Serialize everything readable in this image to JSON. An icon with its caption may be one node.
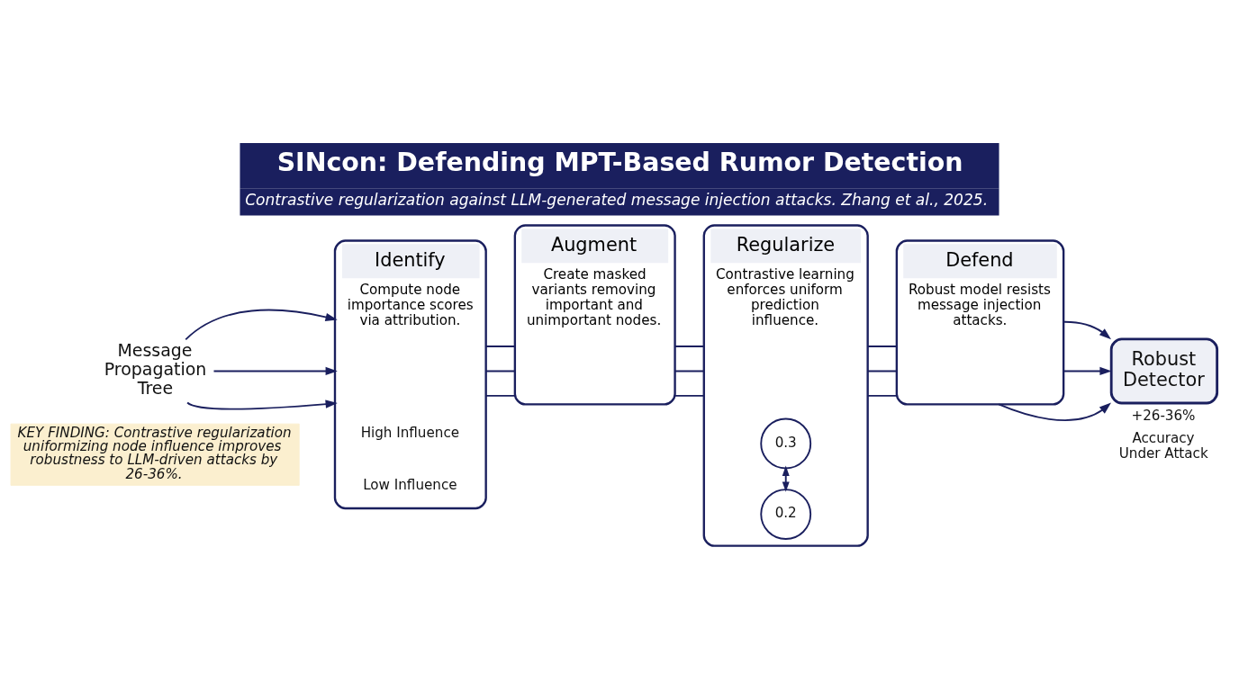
{
  "diagram": {
    "title": "SINcon: Defending MPT-Based Rumor Detection",
    "caption": "KEY FINDING: Contrastive regularization uniformizing node influence improves robustness to LLM-driven attacks by 26-36%.",
    "nodes": [
      {
        "text": [
          "Message Propagation Tree"
        ]
      },
      {
        "text": [
          "Identify",
          "Compute node importance scores via attribution."
        ]
      },
      {
        "text": [
          "Augment",
          "Create masked variants removing important and unimportant nodes."
        ]
      },
      {
        "text": [
          "Regularize",
          "Contrastive learning enforces uniform prediction influence."
        ]
      },
      {
        "text": [
          "0.2"
        ],
        "in": 3
      },
      {
        "text": [
          "0.3"
        ],
        "in": 3
      },
      {
        "text": [
          "Defend",
          "Robust model resists message injection attacks."
        ]
      },
      {
        "text": [
          "Robust Detector"
        ],
        "beside": [
          "+26-36%",
          "Accuracy Under Attack"
        ]
      }
    ],
    "edges": [
      {
        "from": 0,
        "to": 1,
        "arrow": "to"
      },
      {
        "from": 0,
        "to": 1,
        "arrow": "to"
      },
      {
        "from": 0,
        "to": 1,
        "arrow": "to"
      },
      {
        "from": 1,
        "to": 2,
        "arrow": "none"
      },
      {
        "from": 1,
        "to": 2,
        "arrow": "none"
      },
      {
        "from": 1,
        "to": 2,
        "arrow": "none"
      },
      {
        "from": 2,
        "to": 3,
        "arrow": "none"
      },
      {
        "from": 2,
        "to": 3,
        "arrow": "none"
      },
      {
        "from": 2,
        "to": 3,
        "arrow": "none"
      },
      {
        "from": 4,
        "to": 5,
        "arrow": "both"
      },
      {
        "from": 3,
        "to": 6,
        "arrow": "none"
      },
      {
        "from": 3,
        "to": 6,
        "arrow": "none"
      },
      {
        "from": 3,
        "to": 6,
        "arrow": "none"
      },
      {
        "from": 6,
        "to": 7,
        "arrow": "to"
      },
      {
        "from": 6,
        "to": 7,
        "arrow": "to"
      },
      {
        "from": 6,
        "to": 7,
        "arrow": "to"
      }
    ],
    "labels": [
      "Contrastive regularization against LLM-generated message injection attacks. Zhang et al., 2025.",
      "High Influence",
      "Low Influence"
    ]
  }
}
